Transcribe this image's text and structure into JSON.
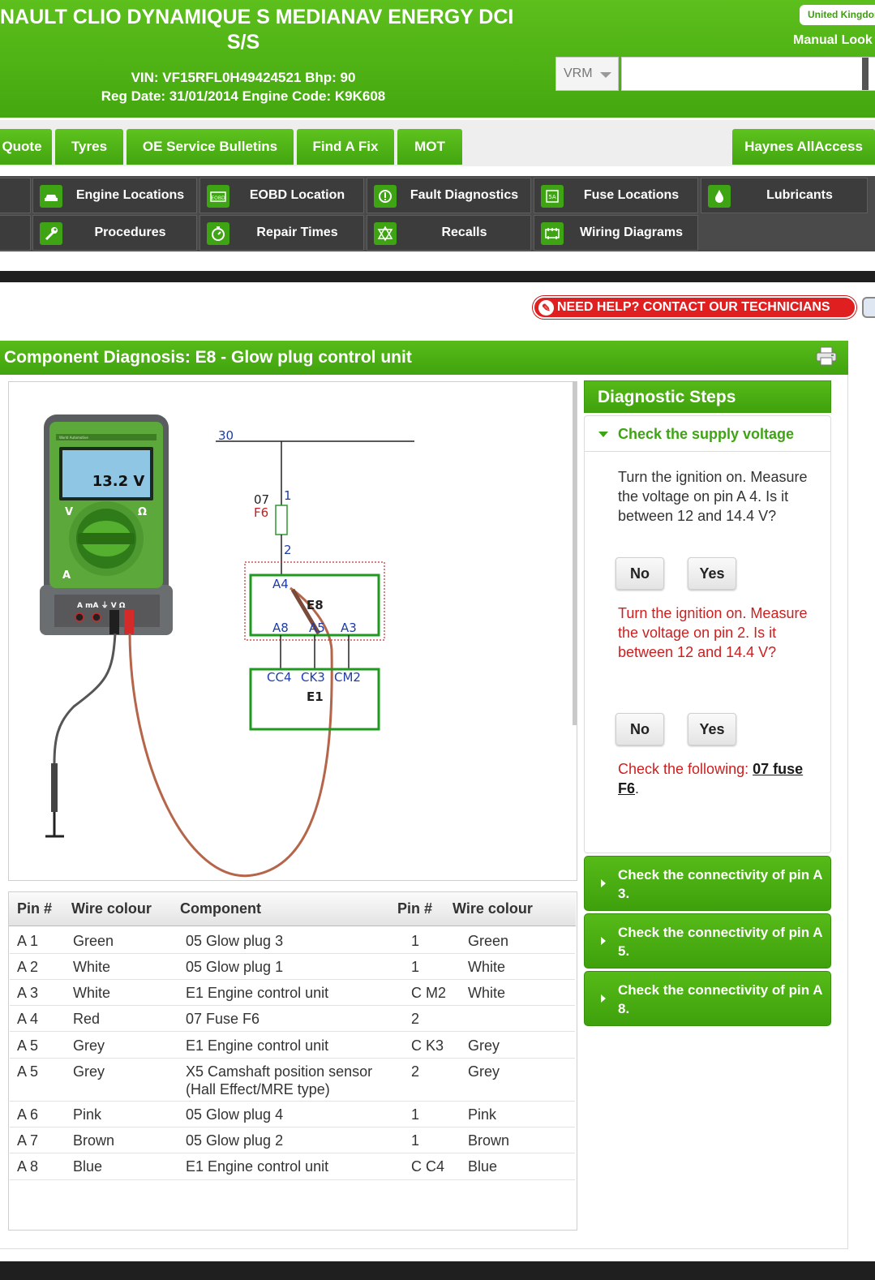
{
  "header": {
    "title_line1": "NAULT CLIO DYNAMIQUE S MEDIANAV ENERGY DCI",
    "title_line2": "S/S",
    "vin_line": "VIN: VF15RFL0H49424521  Bhp: 90",
    "reg_line": "Reg Date: 31/01/2014  Engine Code: K9K608",
    "country": "United Kingdom",
    "manual_lookup": "Manual Look",
    "vrm_select": "VRM"
  },
  "tabs": [
    "Quote",
    "Tyres",
    "OE Service Bulletins",
    "Find A Fix",
    "MOT",
    "Haynes AllAccess"
  ],
  "menu": {
    "row1": [
      "Engine Locations",
      "EOBD Location",
      "Fault Diagnostics",
      "Fuse Locations",
      "Lubricants"
    ],
    "row2": [
      "Procedures",
      "Repair Times",
      "Recalls",
      "Wiring Diagrams"
    ],
    "icons": [
      "car-icon",
      "eobd-icon",
      "diagnostics-icon",
      "fuse-icon",
      "oil-drop-icon",
      "wrench-icon",
      "stopwatch-icon",
      "recall-icon",
      "wiring-icon"
    ],
    "eobd_icon_text": "EOBD",
    "fuse_icon_text": "5A"
  },
  "help_button": "NEED HELP? CONTACT OUR TECHNICIANS",
  "component_title": "Component Diagnosis: E8 - Glow plug control unit",
  "diagram": {
    "meter_reading": "13.2 V",
    "meter_labels": {
      "v": "V",
      "ohm": "Ω",
      "a": "A",
      "ports": "A  mA  ⏚  V  Ω"
    },
    "meter_brand": "World Automotive",
    "bus_label": "30",
    "fuse_id": "07",
    "fuse_name": "F6",
    "fuse_pin_top": "1",
    "fuse_pin_bottom": "2",
    "unit_label": "E8",
    "unit_pin_top": "A4",
    "unit_pins_bottom": [
      "A8",
      "A5",
      "A3"
    ],
    "ecu_label": "E1",
    "ecu_pins": [
      "CC4",
      "CK3",
      "CM2"
    ]
  },
  "steps": {
    "header": "Diagnostic Steps",
    "open_title": "Check the supply voltage",
    "q1": "Turn the ignition on. Measure the voltage on pin A 4. Is it between 12 and 14.4 V?",
    "q2": "Turn the ignition on. Measure the voltage on pin 2. Is it between 12 and 14.4 V?",
    "no": "No",
    "yes": "Yes",
    "check_prefix": "Check the following: ",
    "check_link": "07 fuse F6",
    "check_suffix": ".",
    "closed": [
      "Check the connectivity of pin A 3.",
      "Check the connectivity of pin A 5.",
      "Check the connectivity of pin A 8."
    ]
  },
  "table": {
    "headers": [
      "Pin #",
      "Wire colour",
      "Component",
      "Pin #",
      "Wire colour"
    ],
    "rows": [
      [
        "A 1",
        "Green",
        "05 Glow plug 3",
        "1",
        "Green"
      ],
      [
        "A 2",
        "White",
        "05 Glow plug 1",
        "1",
        "White"
      ],
      [
        "A 3",
        "White",
        "E1 Engine control unit",
        "C M2",
        "White"
      ],
      [
        "A 4",
        "Red",
        "07 Fuse F6",
        "2",
        ""
      ],
      [
        "A 5",
        "Grey",
        "E1 Engine control unit",
        "C K3",
        "Grey"
      ],
      [
        "A 5",
        "Grey",
        "X5 Camshaft position sensor",
        "2",
        "Grey"
      ],
      [
        "A 6",
        "Pink",
        "05 Glow plug 4",
        "1",
        "Pink"
      ],
      [
        "A 7",
        "Brown",
        "05 Glow plug 2",
        "1",
        "Brown"
      ],
      [
        "A 8",
        "Blue",
        "E1 Engine control unit",
        "C C4",
        "Blue"
      ]
    ],
    "row6_extra": "(Hall Effect/MRE type)"
  },
  "colors": {
    "brand_green": "#44a70f",
    "menu_dark": "#3c3c3c",
    "alert_red": "#e02020",
    "question_red": "#cc1f1f"
  }
}
